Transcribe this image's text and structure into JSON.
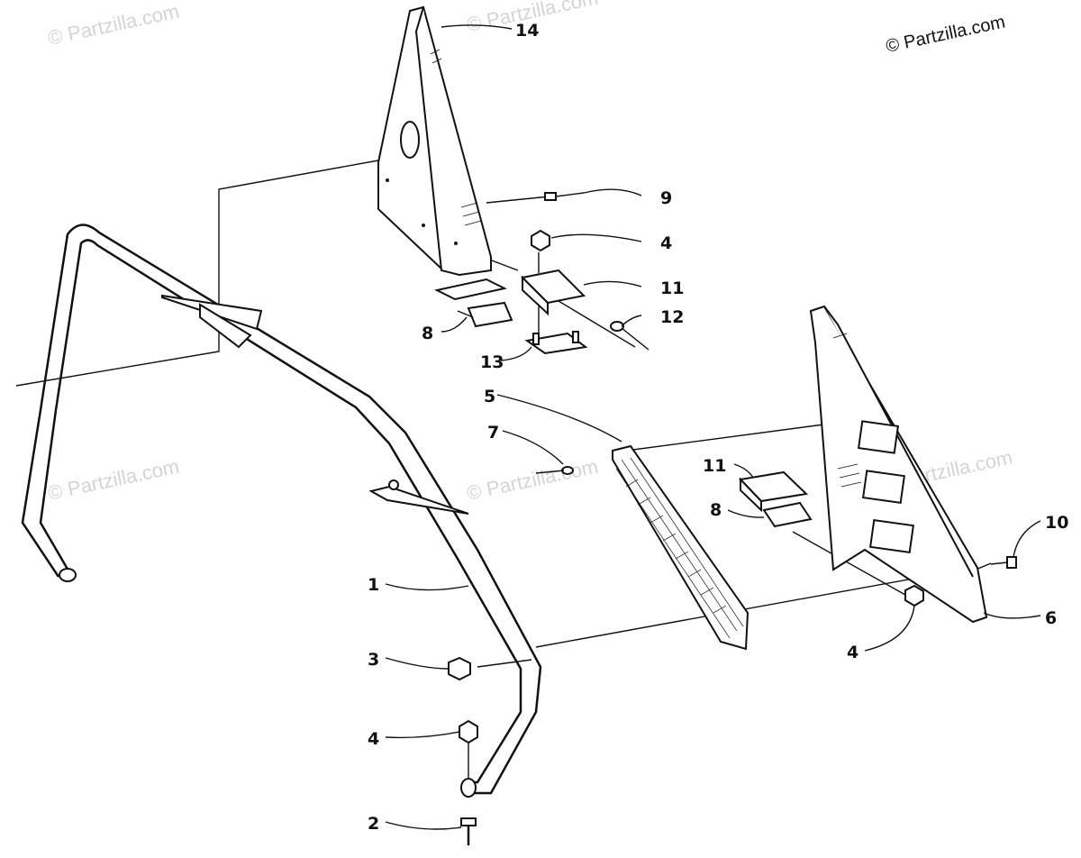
{
  "watermarks": {
    "main": "© Partzilla.com",
    "faint": "© Partzilla.com"
  },
  "callouts": {
    "c1": "1",
    "c2": "2",
    "c3": "3",
    "c4a": "4",
    "c4b": "4",
    "c4c": "4",
    "c5": "5",
    "c6": "6",
    "c7": "7",
    "c8a": "8",
    "c8b": "8",
    "c9": "9",
    "c10": "10",
    "c11a": "11",
    "c11b": "11",
    "c12": "12",
    "c13": "13",
    "c14": "14"
  }
}
